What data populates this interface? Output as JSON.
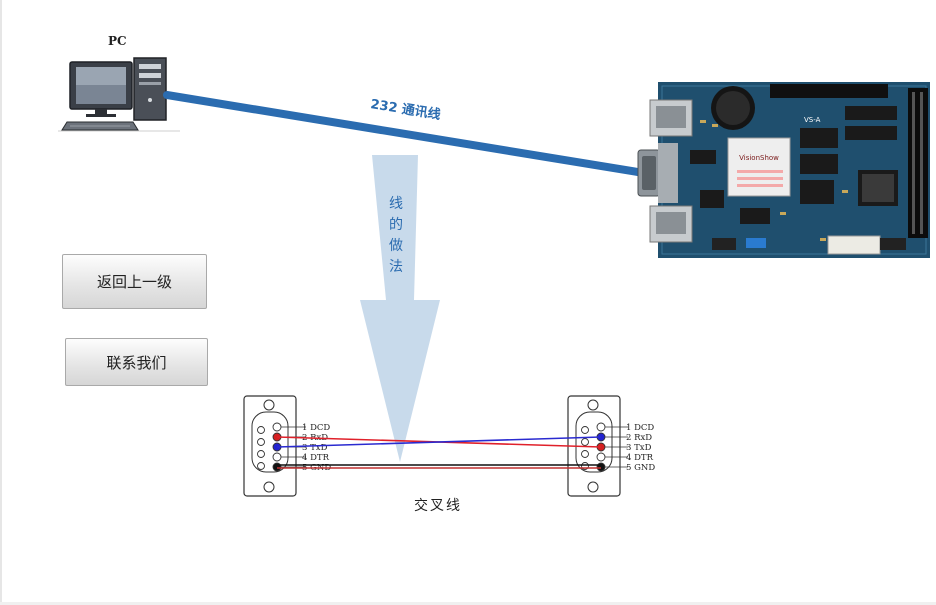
{
  "pc": {
    "label": "PC"
  },
  "link": {
    "label": "232 通讯线"
  },
  "arrow": {
    "label": [
      "线",
      "的",
      "做",
      "法"
    ]
  },
  "nav": {
    "back_label": "返回上一级",
    "contact_label": "联系我们"
  },
  "board": {
    "model_text": "VS-A",
    "brand_text": "VisionShow"
  },
  "connector_left": {
    "pins": [
      "1 DCD",
      "2 RxD",
      "3 TxD",
      "4 DTR",
      "5 GND"
    ]
  },
  "connector_right": {
    "pins": [
      "1 DCD",
      "2 RxD",
      "3 TxD",
      "4 DTR",
      "5 GND"
    ]
  },
  "wiring": {
    "caption": "交叉线",
    "colors": {
      "rxd_txd": "#e0202a",
      "txd_rxd": "#2a2ad0",
      "gnd": "#111111",
      "cable": "#2b6cb0",
      "arrow": "#c5d8ea"
    }
  }
}
